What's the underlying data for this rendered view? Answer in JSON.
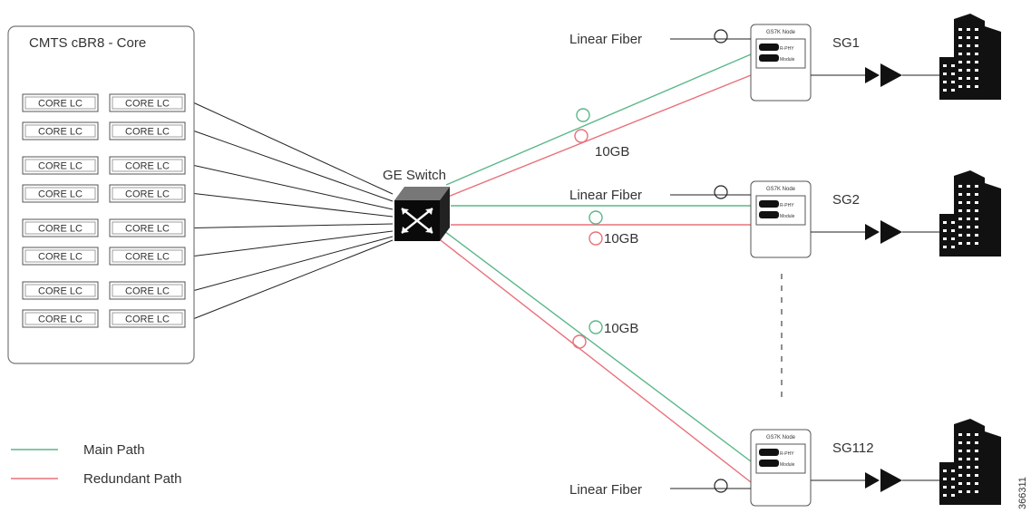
{
  "cmts": {
    "title": "CMTS cBR8 - Core",
    "core_lc_label": "CORE LC"
  },
  "switch": {
    "label": "GE Switch"
  },
  "links": {
    "fiber_label": "Linear Fiber",
    "speed_label": "10GB"
  },
  "nodes": [
    {
      "title": "GS7K Node",
      "module_line1": "R-PHY",
      "module_line2": "Module",
      "service_group": "SG1"
    },
    {
      "title": "GS7K Node",
      "module_line1": "R-PHY",
      "module_line2": "Module",
      "service_group": "SG2"
    },
    {
      "title": "GS7K Node",
      "module_line1": "R-PHY",
      "module_line2": "Module",
      "service_group": "SG112"
    }
  ],
  "legend": [
    {
      "label": "Main Path",
      "color": "#5bb78a"
    },
    {
      "label": "Redundant Path",
      "color": "#e9707a"
    }
  ],
  "figure_id": "366311",
  "icons": [
    "network-switch-icon",
    "amplifier-icon",
    "building-icon"
  ]
}
